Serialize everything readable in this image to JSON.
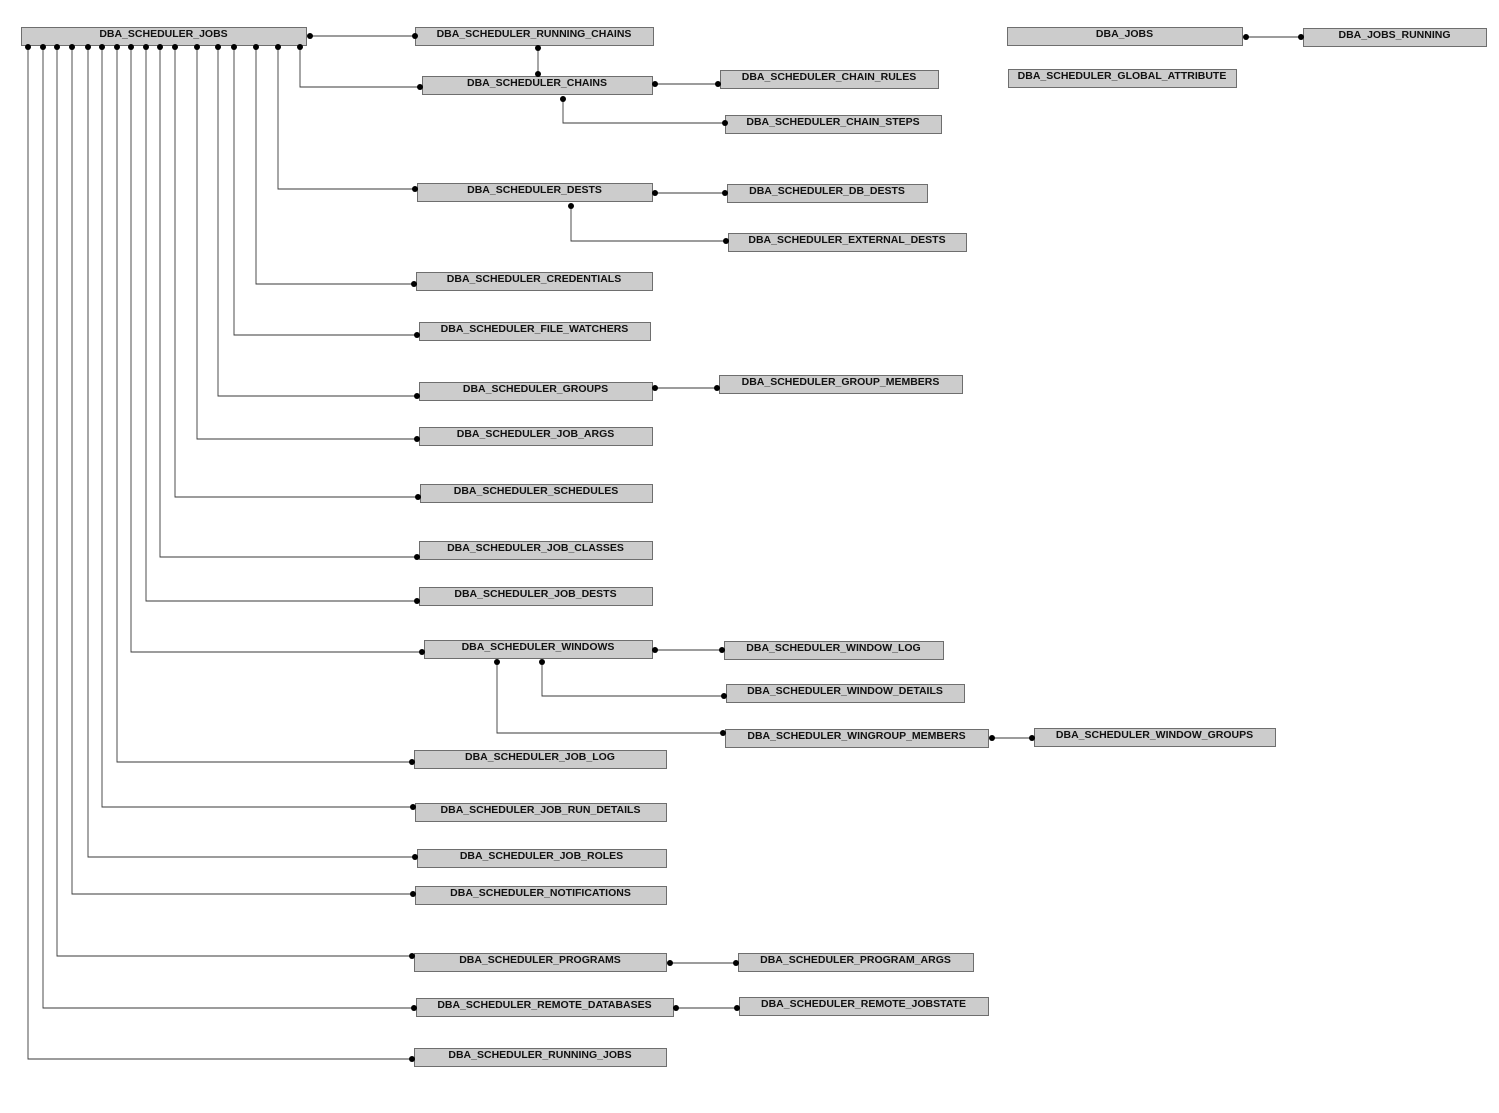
{
  "entities": [
    {
      "id": "jobs",
      "label": "DBA_SCHEDULER_JOBS"
    },
    {
      "id": "running_chains",
      "label": "DBA_SCHEDULER_RUNNING_CHAINS"
    },
    {
      "id": "chains",
      "label": "DBA_SCHEDULER_CHAINS"
    },
    {
      "id": "chain_rules",
      "label": "DBA_SCHEDULER_CHAIN_RULES"
    },
    {
      "id": "chain_steps",
      "label": "DBA_SCHEDULER_CHAIN_STEPS"
    },
    {
      "id": "dests",
      "label": "DBA_SCHEDULER_DESTS"
    },
    {
      "id": "db_dests",
      "label": "DBA_SCHEDULER_DB_DESTS"
    },
    {
      "id": "external_dests",
      "label": "DBA_SCHEDULER_EXTERNAL_DESTS"
    },
    {
      "id": "credentials",
      "label": "DBA_SCHEDULER_CREDENTIALS"
    },
    {
      "id": "file_watchers",
      "label": "DBA_SCHEDULER_FILE_WATCHERS"
    },
    {
      "id": "groups",
      "label": "DBA_SCHEDULER_GROUPS"
    },
    {
      "id": "group_members",
      "label": "DBA_SCHEDULER_GROUP_MEMBERS"
    },
    {
      "id": "job_args",
      "label": "DBA_SCHEDULER_JOB_ARGS"
    },
    {
      "id": "schedules",
      "label": "DBA_SCHEDULER_SCHEDULES"
    },
    {
      "id": "job_classes",
      "label": "DBA_SCHEDULER_JOB_CLASSES"
    },
    {
      "id": "job_dests",
      "label": "DBA_SCHEDULER_JOB_DESTS"
    },
    {
      "id": "windows",
      "label": "DBA_SCHEDULER_WINDOWS"
    },
    {
      "id": "window_log",
      "label": "DBA_SCHEDULER_WINDOW_LOG"
    },
    {
      "id": "window_details",
      "label": "DBA_SCHEDULER_WINDOW_DETAILS"
    },
    {
      "id": "wingroup_members",
      "label": "DBA_SCHEDULER_WINGROUP_MEMBERS"
    },
    {
      "id": "window_groups",
      "label": "DBA_SCHEDULER_WINDOW_GROUPS"
    },
    {
      "id": "job_log",
      "label": "DBA_SCHEDULER_JOB_LOG"
    },
    {
      "id": "job_run_details",
      "label": "DBA_SCHEDULER_JOB_RUN_DETAILS"
    },
    {
      "id": "job_roles",
      "label": "DBA_SCHEDULER_JOB_ROLES"
    },
    {
      "id": "notifications",
      "label": "DBA_SCHEDULER_NOTIFICATIONS"
    },
    {
      "id": "programs",
      "label": "DBA_SCHEDULER_PROGRAMS"
    },
    {
      "id": "program_args",
      "label": "DBA_SCHEDULER_PROGRAM_ARGS"
    },
    {
      "id": "remote_databases",
      "label": "DBA_SCHEDULER_REMOTE_DATABASES"
    },
    {
      "id": "remote_jobstate",
      "label": "DBA_SCHEDULER_REMOTE_JOBSTATE"
    },
    {
      "id": "running_jobs",
      "label": "DBA_SCHEDULER_RUNNING_JOBS"
    },
    {
      "id": "dba_jobs",
      "label": "DBA_JOBS"
    },
    {
      "id": "dba_jobs_running",
      "label": "DBA_JOBS_RUNNING"
    },
    {
      "id": "global_attribute",
      "label": "DBA_SCHEDULER_GLOBAL_ATTRIBUTE"
    }
  ],
  "relationships": [
    {
      "from": "jobs",
      "to": "running_chains"
    },
    {
      "from": "jobs",
      "to": "chains"
    },
    {
      "from": "running_chains",
      "to": "chains"
    },
    {
      "from": "chains",
      "to": "chain_rules"
    },
    {
      "from": "chains",
      "to": "chain_steps"
    },
    {
      "from": "jobs",
      "to": "dests"
    },
    {
      "from": "dests",
      "to": "db_dests"
    },
    {
      "from": "dests",
      "to": "external_dests"
    },
    {
      "from": "jobs",
      "to": "credentials"
    },
    {
      "from": "jobs",
      "to": "file_watchers"
    },
    {
      "from": "jobs",
      "to": "groups"
    },
    {
      "from": "groups",
      "to": "group_members"
    },
    {
      "from": "jobs",
      "to": "job_args"
    },
    {
      "from": "jobs",
      "to": "schedules"
    },
    {
      "from": "jobs",
      "to": "job_classes"
    },
    {
      "from": "jobs",
      "to": "job_dests"
    },
    {
      "from": "jobs",
      "to": "windows"
    },
    {
      "from": "windows",
      "to": "window_log"
    },
    {
      "from": "windows",
      "to": "window_details"
    },
    {
      "from": "windows",
      "to": "wingroup_members"
    },
    {
      "from": "wingroup_members",
      "to": "window_groups"
    },
    {
      "from": "jobs",
      "to": "job_log"
    },
    {
      "from": "jobs",
      "to": "job_run_details"
    },
    {
      "from": "jobs",
      "to": "job_roles"
    },
    {
      "from": "jobs",
      "to": "notifications"
    },
    {
      "from": "jobs",
      "to": "programs"
    },
    {
      "from": "programs",
      "to": "program_args"
    },
    {
      "from": "jobs",
      "to": "remote_databases"
    },
    {
      "from": "remote_databases",
      "to": "remote_jobstate"
    },
    {
      "from": "jobs",
      "to": "running_jobs"
    },
    {
      "from": "dba_jobs",
      "to": "dba_jobs_running"
    }
  ]
}
